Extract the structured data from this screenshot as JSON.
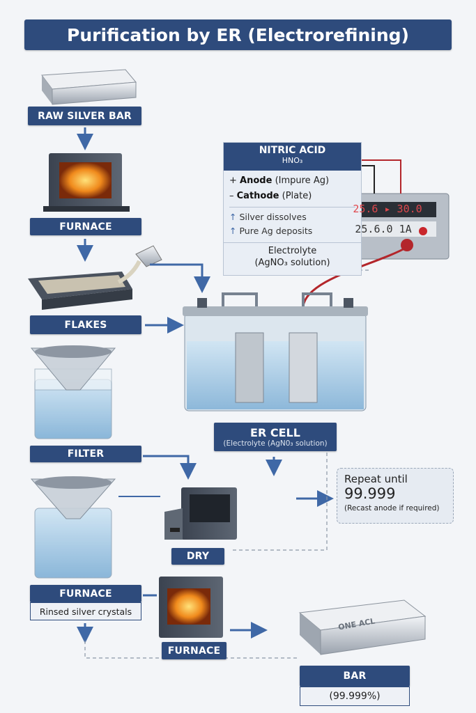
{
  "title": "Purification by ER (Electrorefining)",
  "steps": {
    "raw_bar": "RAW SILVER BAR",
    "furnace1": "FURNACE",
    "flakes": "FLAKES",
    "filter": "FILTER",
    "dry": "DRY",
    "furnace2": "FURNACE",
    "furnace2_note": "Rinsed silver crystals",
    "furnace3": "FURNACE",
    "bar": "BAR",
    "bar_purity": "(99.999%)"
  },
  "panel": {
    "title": "NITRIC ACID",
    "formula": "HNO₃",
    "anode_sign": "+",
    "anode": "Anode",
    "anode_note": "(Impure Ag)",
    "cathode_sign": "–",
    "cathode": "Cathode",
    "cathode_note": "(Plate)",
    "arrow": "↑",
    "dissolves": "Silver dissolves",
    "deposits": "Pure Ag deposits",
    "electrolyte": "Electrolyte",
    "electrolyte_note": "(AgNO₃ solution)"
  },
  "power_supply": {
    "display_top": "25.6 ▸ 30.0",
    "display_bottom": "25.6.0 1A"
  },
  "er_cell": {
    "title": "ER CELL",
    "subtitle": "(Electrolyte (AgN0₃ solution)"
  },
  "repeat": {
    "line1": "Repeat until",
    "value": "99.999",
    "note": "(Recast anode if required)"
  },
  "bar_engraving": "ONE ACL",
  "colors": {
    "navy": "#2e4b7c",
    "arrow": "#3f68a6",
    "wire_red": "#b3262b",
    "water": "#a9cde6"
  }
}
